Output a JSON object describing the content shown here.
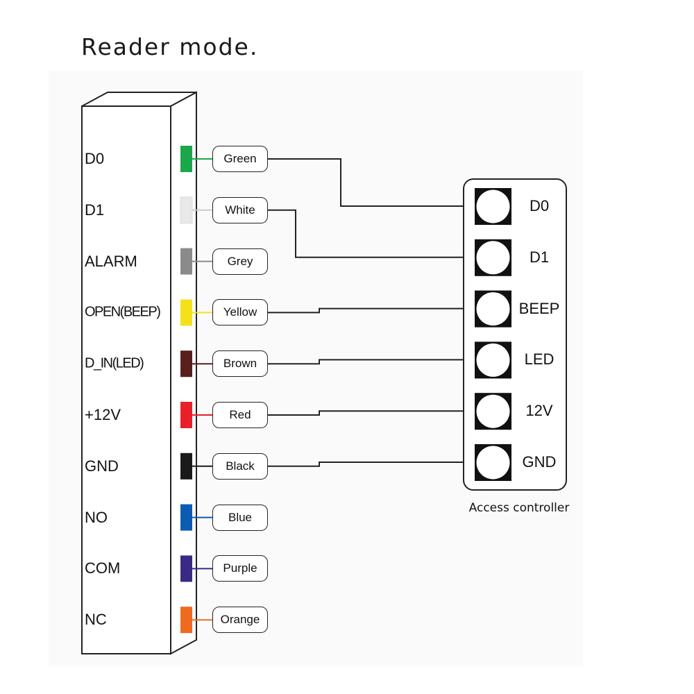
{
  "title": "Reader mode.",
  "reader": {
    "terminals": [
      {
        "label": "D0",
        "wire": "Green",
        "color": "#1aa84b"
      },
      {
        "label": "D1",
        "wire": "White",
        "color": "#e8e8e8"
      },
      {
        "label": "ALARM",
        "wire": "Grey",
        "color": "#8a8a8a"
      },
      {
        "label": "OPEN(BEEP)",
        "wire": "Yellow",
        "color": "#f4e11a"
      },
      {
        "label": "D_IN(LED)",
        "wire": "Brown",
        "color": "#5a1e1e"
      },
      {
        "label": "+12V",
        "wire": "Red",
        "color": "#e8202a"
      },
      {
        "label": "GND",
        "wire": "Black",
        "color": "#1a1a1a"
      },
      {
        "label": "NO",
        "wire": "Blue",
        "color": "#0b5cb5"
      },
      {
        "label": "COM",
        "wire": "Purple",
        "color": "#3a2a86"
      },
      {
        "label": "NC",
        "wire": "Orange",
        "color": "#f06a20"
      }
    ]
  },
  "controller": {
    "caption": "Access controller",
    "terminals": [
      "D0",
      "D1",
      "BEEP",
      "LED",
      "12V",
      "GND"
    ]
  },
  "connections": [
    {
      "from": "Green",
      "to": "D0"
    },
    {
      "from": "White",
      "to": "D1"
    },
    {
      "from": "Yellow",
      "to": "BEEP"
    },
    {
      "from": "Brown",
      "to": "LED"
    },
    {
      "from": "Red",
      "to": "12V"
    },
    {
      "from": "Black",
      "to": "GND"
    }
  ]
}
